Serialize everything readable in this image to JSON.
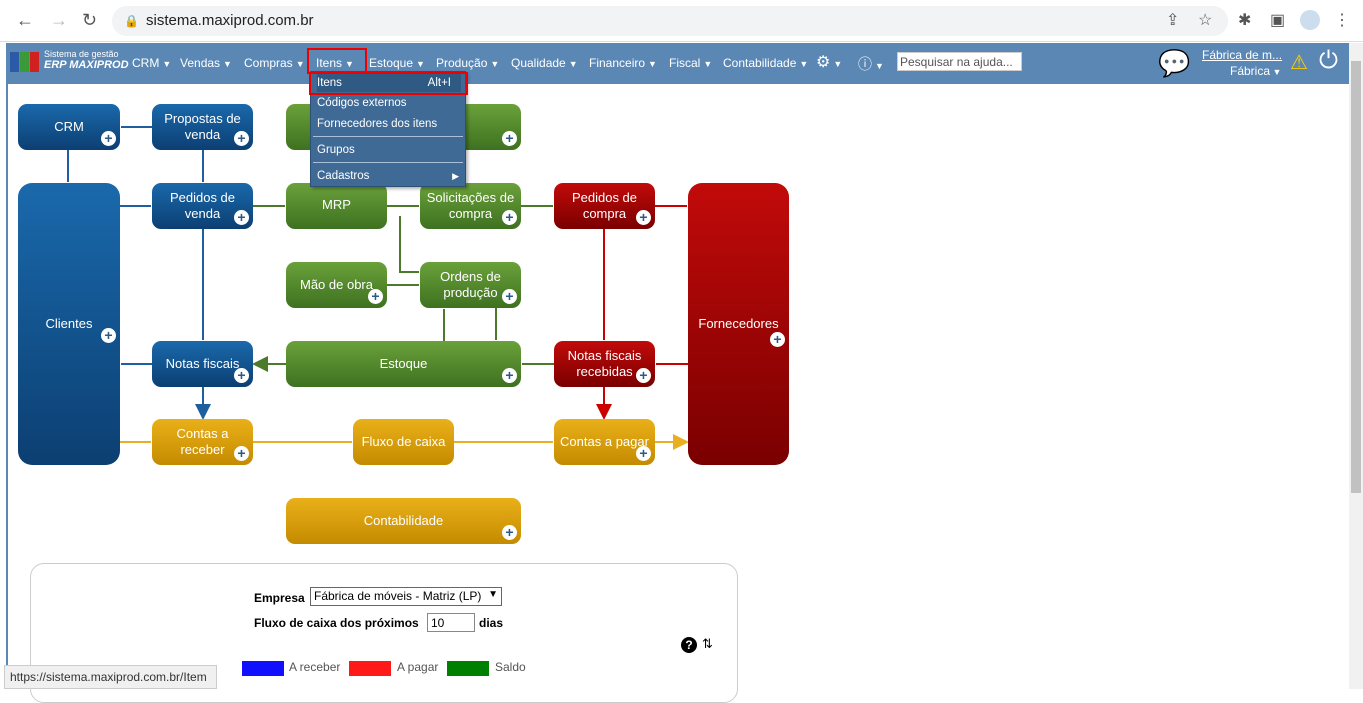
{
  "browser": {
    "url": "sistema.maxiprod.com.br",
    "status_url": "https://sistema.maxiprod.com.br/Item"
  },
  "app": {
    "brand_line1": "Sistema de gestão",
    "brand_line2": "ERP MAXIPROD",
    "menu": [
      "CRM",
      "Vendas",
      "Compras",
      "Itens",
      "Estoque",
      "Produção",
      "Qualidade",
      "Financeiro",
      "Fiscal",
      "Contabilidade"
    ],
    "search_placeholder": "Pesquisar na ajuda...",
    "company_link": "Fábrica de m...",
    "company_sub": "Fábrica"
  },
  "dropdown": {
    "items": [
      {
        "label": "Itens",
        "shortcut": "Alt+I"
      },
      {
        "label": "Códigos externos"
      },
      {
        "label": "Fornecedores dos itens"
      },
      {
        "label": "Grupos"
      },
      {
        "label": "Cadastros"
      }
    ]
  },
  "diagram": {
    "crm": "CRM",
    "propostas": "Propostas de venda",
    "clientes": "Clientes",
    "pedidos_venda": "Pedidos de venda",
    "mrp": "MRP",
    "solicitacoes": "Solicitações de compra",
    "pedidos_compra": "Pedidos de compra",
    "fornecedores": "Fornecedores",
    "mao_obra": "Mão de obra",
    "ordens": "Ordens de produção",
    "notas": "Notas fiscais",
    "estoque": "Estoque",
    "notas_recebidas": "Notas fiscais recebidas",
    "contas_receber": "Contas a receber",
    "fluxo": "Fluxo de caixa",
    "contas_pagar": "Contas a pagar",
    "contabilidade": "Contabilidade"
  },
  "panel": {
    "empresa_label": "Empresa",
    "empresa_value": "Fábrica de móveis - Matriz (LP)",
    "fluxo_label": "Fluxo de caixa dos próximos",
    "dias_value": "10",
    "dias_label": "dias",
    "legend": [
      {
        "label": "A receber",
        "color": "#1010ff"
      },
      {
        "label": "A pagar",
        "color": "#ff1a1a"
      },
      {
        "label": "Saldo",
        "color": "#008000"
      }
    ]
  }
}
